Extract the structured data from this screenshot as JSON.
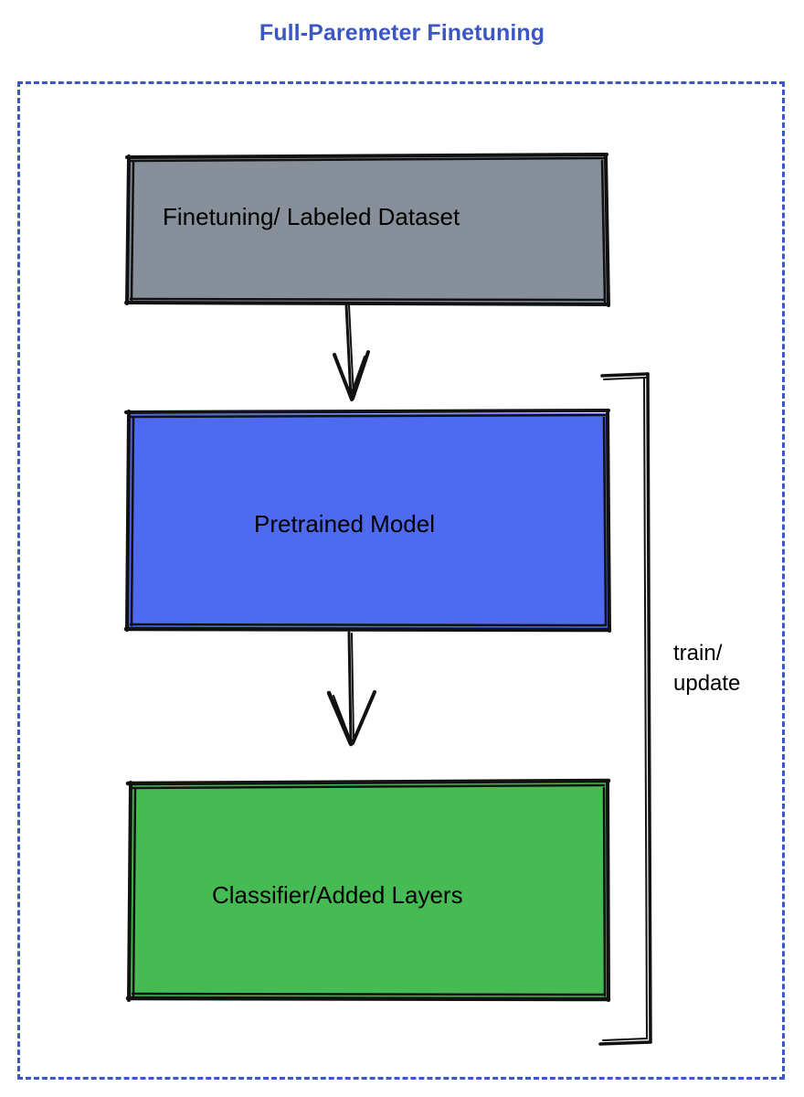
{
  "diagram": {
    "title": "Full-Paremeter Finetuning",
    "title_color": "#3b57c4",
    "frame": {
      "style": "dashed",
      "color": "#3b57c4"
    },
    "nodes": [
      {
        "id": "dataset",
        "label": "Finetuning/ Labeled Dataset",
        "fill": "#87909a",
        "stroke": "#000000",
        "text_color": "#000000"
      },
      {
        "id": "pretrained_model",
        "label": "Pretrained Model",
        "fill": "#4d6af0",
        "stroke": "#000000",
        "text_color": "#000000"
      },
      {
        "id": "classifier",
        "label": "Classifier/Added Layers",
        "fill": "#47bb53",
        "stroke": "#000000",
        "text_color": "#000000"
      }
    ],
    "edges": [
      {
        "id": "dataset-to-model",
        "from": "dataset",
        "to": "pretrained_model",
        "label": "",
        "arrow": "down"
      },
      {
        "id": "model-to-classifier",
        "from": "pretrained_model",
        "to": "classifier",
        "label": "",
        "arrow": "down"
      },
      {
        "id": "feedback-loop",
        "from": "classifier",
        "to": "pretrained_model",
        "label_line_1": "train/",
        "label_line_2": "update",
        "arrow": "none"
      }
    ]
  }
}
